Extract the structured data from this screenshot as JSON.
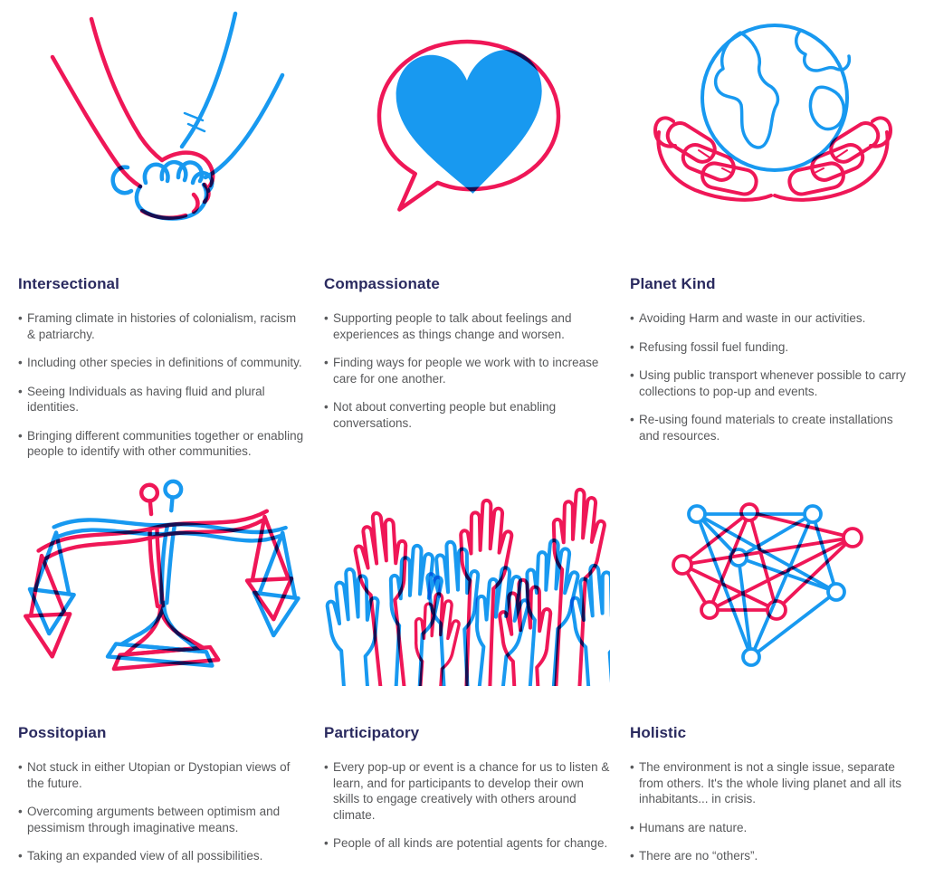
{
  "page_title": "Organisation values infographic",
  "ui": {
    "bullet": "•"
  },
  "colors": {
    "illustration_blue": "#1899F0",
    "illustration_pink": "#EF1757",
    "heading_navy": "#2A2A5F",
    "body_gray": "#58595B",
    "background": "#FFFFFF"
  },
  "sections": [
    {
      "title": "Intersectional",
      "icon": "holding-hands-illustration",
      "bullets": [
        "Framing climate in histories of colonialism, racism & patriarchy.",
        "Including other species in definitions of community.",
        "Seeing Individuals as having fluid and plural identities.",
        "Bringing different communities together or enabling people to identify with other communities."
      ]
    },
    {
      "title": "Compassionate",
      "icon": "heart-speech-bubble-illustration",
      "bullets": [
        "Supporting people to talk about feelings and experiences as things change and worsen.",
        "Finding ways for people we work with to increase care for one another.",
        "Not about converting people but enabling conversations."
      ]
    },
    {
      "title": "Planet Kind",
      "icon": "hands-holding-earth-illustration",
      "bullets": [
        "Avoiding Harm and waste in our activities.",
        "Refusing fossil fuel funding.",
        "Using public transport whenever possible to carry collections to pop-up and events.",
        "Re-using found materials to create installations and resources."
      ]
    },
    {
      "title": "Possitopian",
      "icon": "balance-scales-illustration",
      "bullets": [
        "Not stuck in either Utopian or Dystopian views of the future.",
        "Overcoming arguments between optimism and pessimism through imaginative means.",
        "Taking an expanded view of all possibilities."
      ]
    },
    {
      "title": "Participatory",
      "icon": "raised-hands-illustration",
      "bullets": [
        "Every pop-up or event is a chance for us to listen & learn, and for participants to develop their own skills to engage creatively with others around climate.",
        "People of all kinds are potential agents for change."
      ]
    },
    {
      "title": "Holistic",
      "icon": "network-illustration",
      "bullets": [
        "The environment is not a single issue, separate from others. It's the whole living planet and all its inhabitants... in crisis.",
        "Humans are nature.",
        "There are no “others”."
      ]
    }
  ]
}
